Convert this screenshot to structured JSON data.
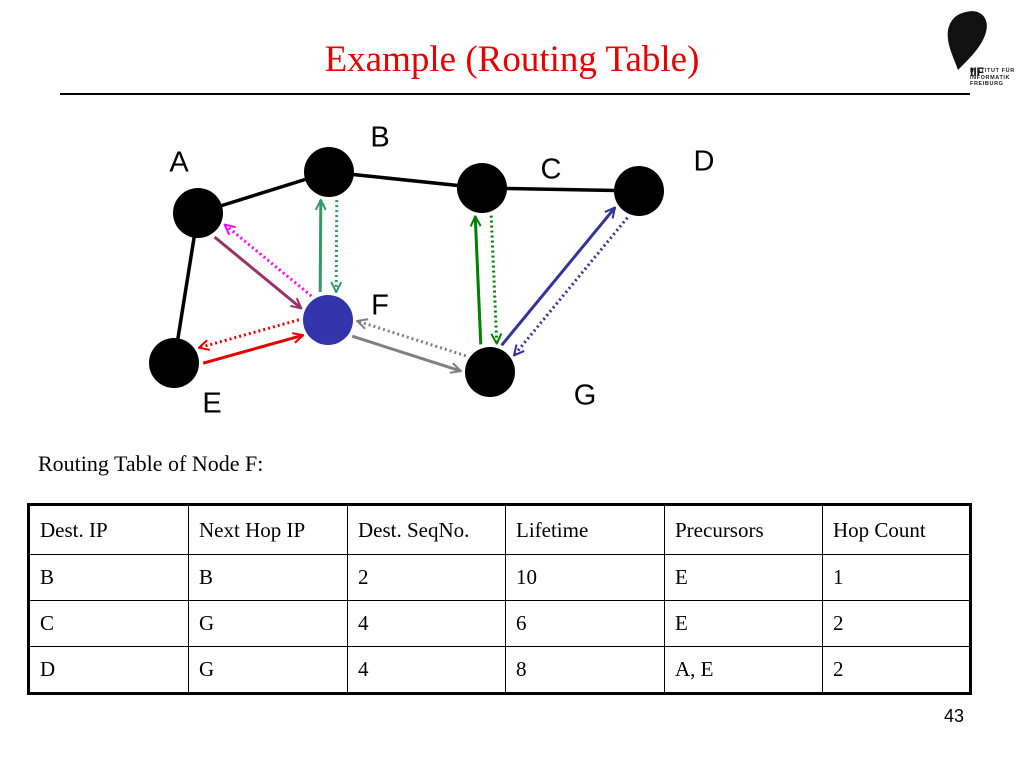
{
  "title": "Example (Routing Table)",
  "logo": {
    "mark": "IIF",
    "org_lines": "INSTITUT FÜR\nINFORMATIK\nFREIBURG"
  },
  "diagram": {
    "nodes": [
      {
        "id": "A",
        "label": "A",
        "color": "#000000"
      },
      {
        "id": "B",
        "label": "B",
        "color": "#000000"
      },
      {
        "id": "C",
        "label": "C",
        "color": "#000000"
      },
      {
        "id": "D",
        "label": "D",
        "color": "#000000"
      },
      {
        "id": "E",
        "label": "E",
        "color": "#000000"
      },
      {
        "id": "F",
        "label": "F",
        "color": "#3333aa"
      },
      {
        "id": "G",
        "label": "G",
        "color": "#000000"
      }
    ],
    "links": [
      {
        "from": "A",
        "to": "B"
      },
      {
        "from": "B",
        "to": "C"
      },
      {
        "from": "C",
        "to": "D"
      },
      {
        "from": "A",
        "to": "E"
      }
    ],
    "arrows": [
      {
        "from": "F",
        "to": "A",
        "style": "dotted",
        "color": "#ff00ff"
      },
      {
        "from": "A",
        "to": "F",
        "style": "solid",
        "color": "#993366"
      },
      {
        "from": "B",
        "to": "F",
        "style": "dotted",
        "color": "#339966"
      },
      {
        "from": "F",
        "to": "B",
        "style": "solid",
        "color": "#339966"
      },
      {
        "from": "C",
        "to": "G",
        "style": "dotted",
        "color": "#008000"
      },
      {
        "from": "G",
        "to": "C",
        "style": "solid",
        "color": "#008000"
      },
      {
        "from": "D",
        "to": "G",
        "style": "dotted",
        "color": "#333399"
      },
      {
        "from": "G",
        "to": "D",
        "style": "solid",
        "color": "#333399"
      },
      {
        "from": "G",
        "to": "F",
        "style": "dotted",
        "color": "#808080"
      },
      {
        "from": "F",
        "to": "G",
        "style": "solid",
        "color": "#808080"
      },
      {
        "from": "F",
        "to": "E",
        "style": "dotted",
        "color": "#e60000"
      },
      {
        "from": "E",
        "to": "F",
        "style": "solid",
        "color": "#e60000"
      }
    ]
  },
  "caption": "Routing Table of Node F:",
  "table": {
    "headers": [
      "Dest. IP",
      "Next Hop IP",
      "Dest. SeqNo.",
      "Lifetime",
      "Precursors",
      "Hop Count"
    ],
    "rows": [
      [
        "B",
        "B",
        "2",
        "10",
        "E",
        "1"
      ],
      [
        "C",
        "G",
        "4",
        "6",
        "E",
        "2"
      ],
      [
        "D",
        "G",
        "4",
        "8",
        "A, E",
        "2"
      ]
    ]
  },
  "page_number": "43"
}
